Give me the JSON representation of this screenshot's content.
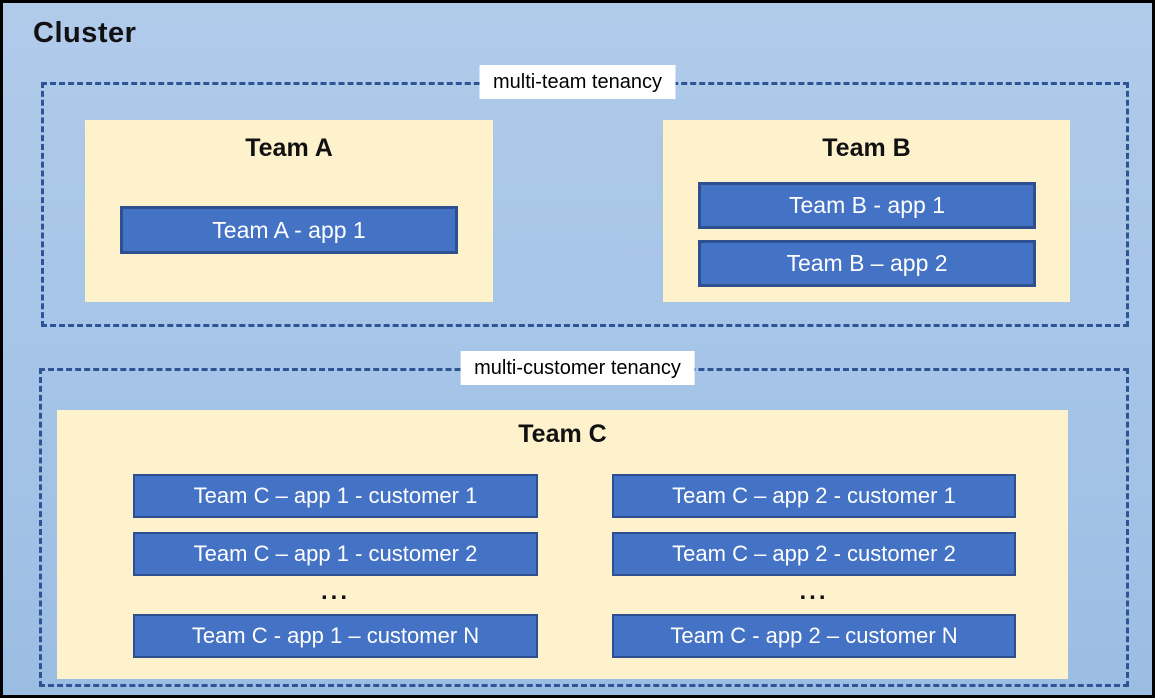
{
  "cluster": {
    "title": "Cluster"
  },
  "sections": {
    "multi_team": {
      "label": "multi-team tenancy",
      "team_a": {
        "title": "Team A",
        "apps": [
          "Team A - app 1"
        ]
      },
      "team_b": {
        "title": "Team B",
        "apps": [
          "Team B - app 1",
          "Team B – app 2"
        ]
      }
    },
    "multi_customer": {
      "label": "multi-customer tenancy",
      "team_c": {
        "title": "Team C",
        "col1": [
          "Team C – app 1 - customer 1",
          "Team C – app 1 - customer 2",
          "...",
          "Team C - app 1 – customer N"
        ],
        "col2": [
          "Team C – app 2 - customer 1",
          "Team C – app 2 - customer 2",
          "...",
          "Team C - app 2 – customer N"
        ]
      }
    }
  },
  "colors": {
    "background_blue": "#a5c4e7",
    "dashed_border": "#2f5496",
    "panel_cream": "#fef2cd",
    "app_fill": "#4472c4",
    "app_border": "#2e5090",
    "label_background": "#ffffff",
    "outer_border": "#000000",
    "title_text": "#111111",
    "app_text": "#ffffff"
  }
}
